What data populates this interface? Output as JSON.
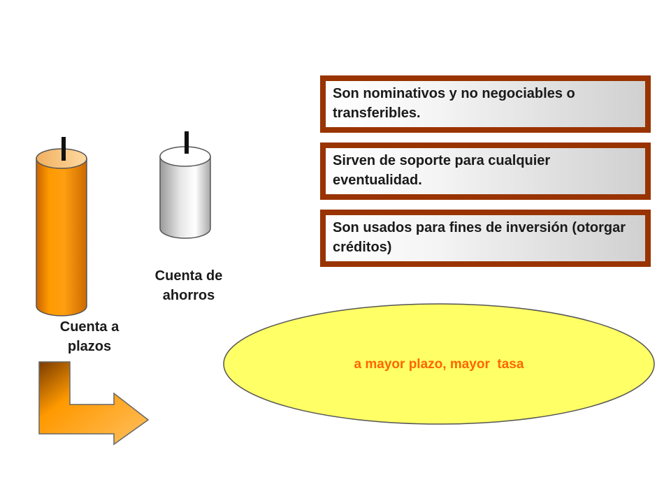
{
  "colors": {
    "box_border": "#993300",
    "orange_cylinder": "#ff9900",
    "ellipse_fill": "#ffff66",
    "ellipse_text": "#ff6600"
  },
  "icons": {
    "term_account": "orange-cylinder-icon",
    "savings_account": "gray-cylinder-icon",
    "arrow": "bent-arrow-icon"
  },
  "accounts": {
    "term_label": "Cuenta a plazos",
    "savings_label": "Cuenta de ahorros"
  },
  "features": [
    {
      "text": "Son nominativos y no negociables o transferibles."
    },
    {
      "text": "Sirven de soporte para cualquier eventualidad."
    },
    {
      "text": "Son usados para fines de inversión (otorgar créditos)"
    }
  ],
  "ellipse": {
    "text": "a mayor plazo, mayor  tasa"
  }
}
